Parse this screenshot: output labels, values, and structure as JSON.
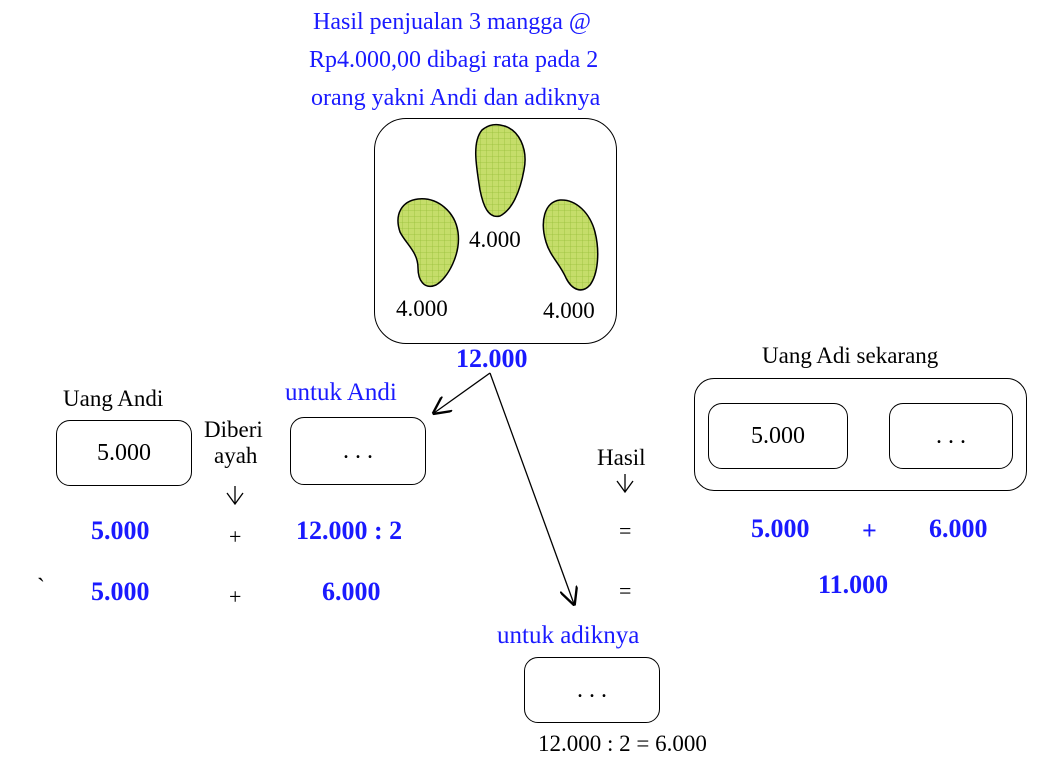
{
  "header": {
    "line1": "Hasil penjualan 3 mangga @",
    "line2": "Rp4.000,00 dibagi rata pada 2",
    "line3": "orang yakni Andi dan adiknya"
  },
  "mangoes": [
    {
      "label": "4.000"
    },
    {
      "label": "4.000"
    },
    {
      "label": "4.000"
    }
  ],
  "total": "12.000",
  "andi": {
    "title": "Uang Andi",
    "box_value": "5.000",
    "diberi_line1": "Diberi",
    "diberi_line2": "ayah",
    "share_label": "untuk Andi",
    "share_box": ". . ."
  },
  "sibling": {
    "share_label": "untuk adiknya",
    "share_box": ". . .",
    "calc": "12.000 : 2 = 6.000"
  },
  "adi": {
    "title": "Uang Adi sekarang",
    "box1": "5.000",
    "box2": ". . ."
  },
  "hasil_label": "Hasil",
  "row1": {
    "a": "5.000",
    "op": "+",
    "b": "12.000 : 2",
    "eq": "=",
    "c": "5.000",
    "op2": "+",
    "d": "6.000"
  },
  "row2": {
    "tick": "`",
    "a": "5.000",
    "op": "+",
    "b": "6.000",
    "eq": "=",
    "c": "11.000"
  },
  "colors": {
    "text_blue": "#1a1aff",
    "mango_fill": "#c5dd6a",
    "mango_grid": "#98bf3a"
  }
}
